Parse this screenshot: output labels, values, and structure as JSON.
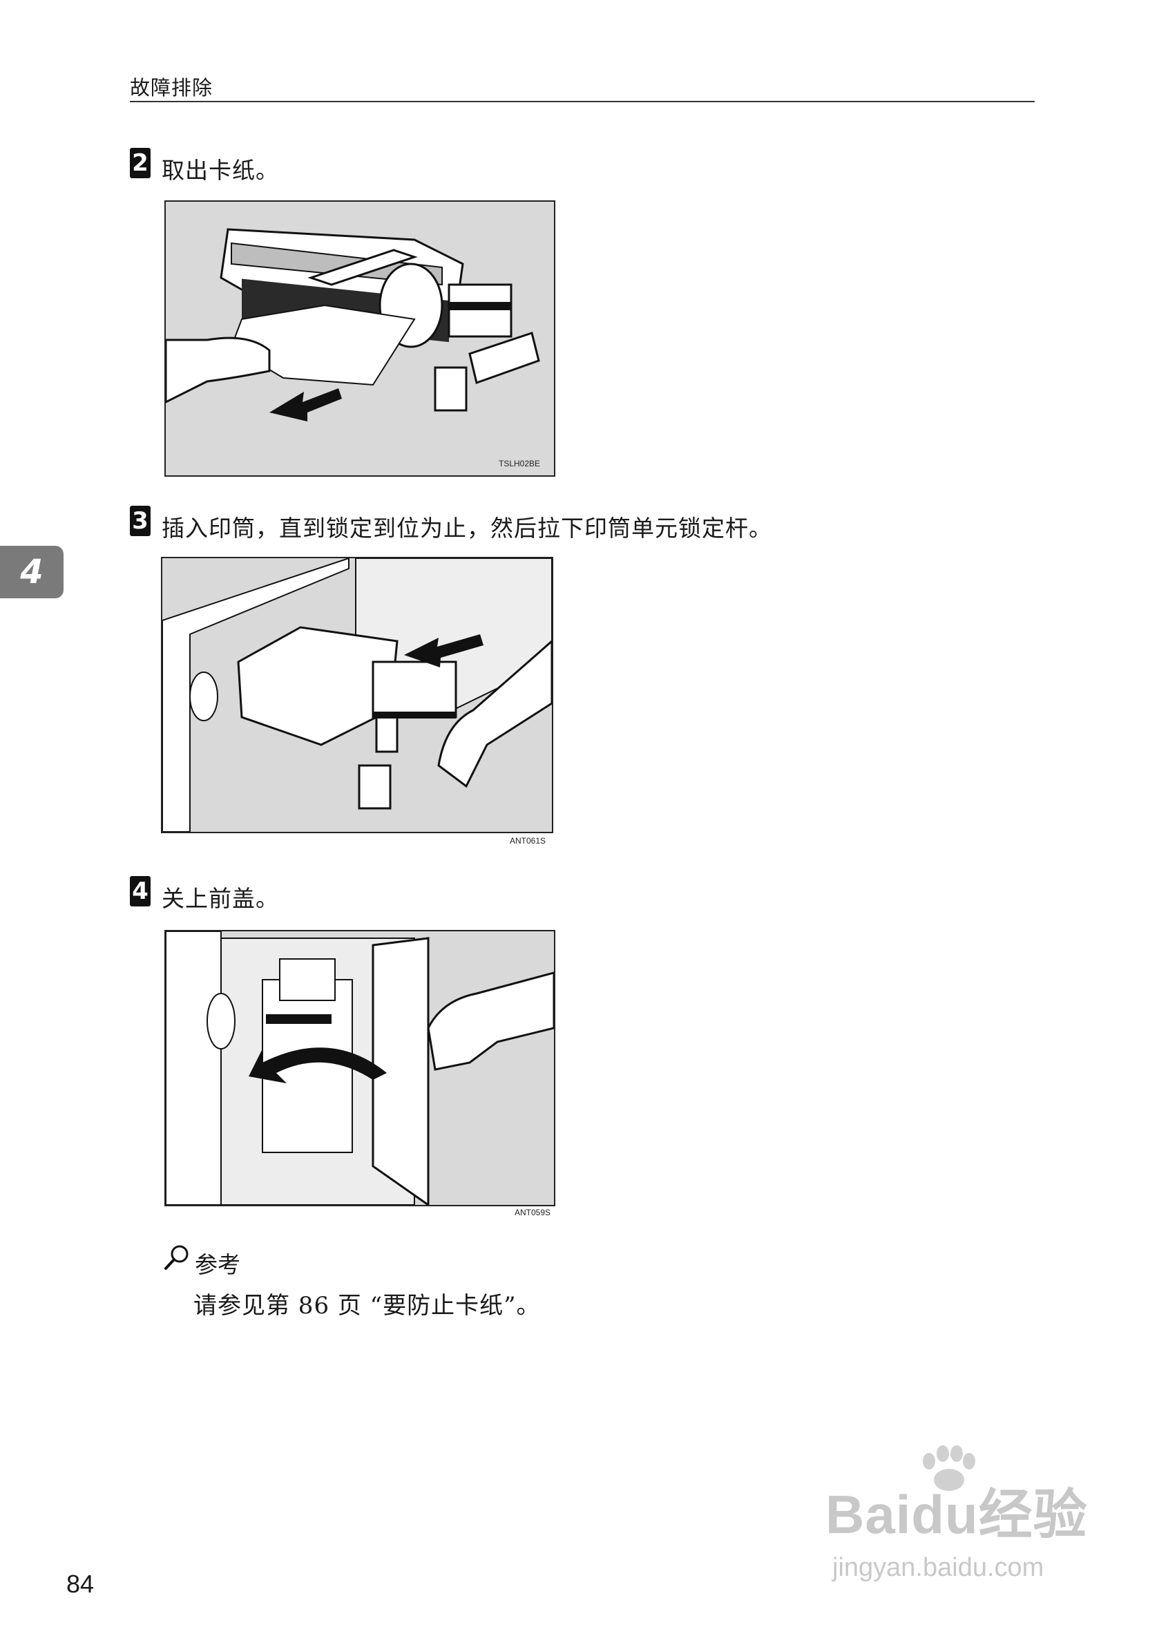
{
  "header": {
    "title": "故障排除"
  },
  "chapter_tab": {
    "label": "4"
  },
  "steps": [
    {
      "number": "2",
      "text": "取出卡纸。",
      "figure_code": "TSLH02BE"
    },
    {
      "number": "3",
      "text": "插入印筒，直到锁定到位为止，然后拉下印筒单元锁定杆。",
      "figure_code": "ANT061S"
    },
    {
      "number": "4",
      "text": "关上前盖。",
      "figure_code": "ANT059S"
    }
  ],
  "reference": {
    "icon": "magnifier-icon",
    "label": "参考",
    "text": "请参见第 86 页 “要防止卡纸”。"
  },
  "footer": {
    "page_number": "84"
  },
  "watermark": {
    "brand": "Baidu经验",
    "url": "jingyan.baidu.com"
  }
}
